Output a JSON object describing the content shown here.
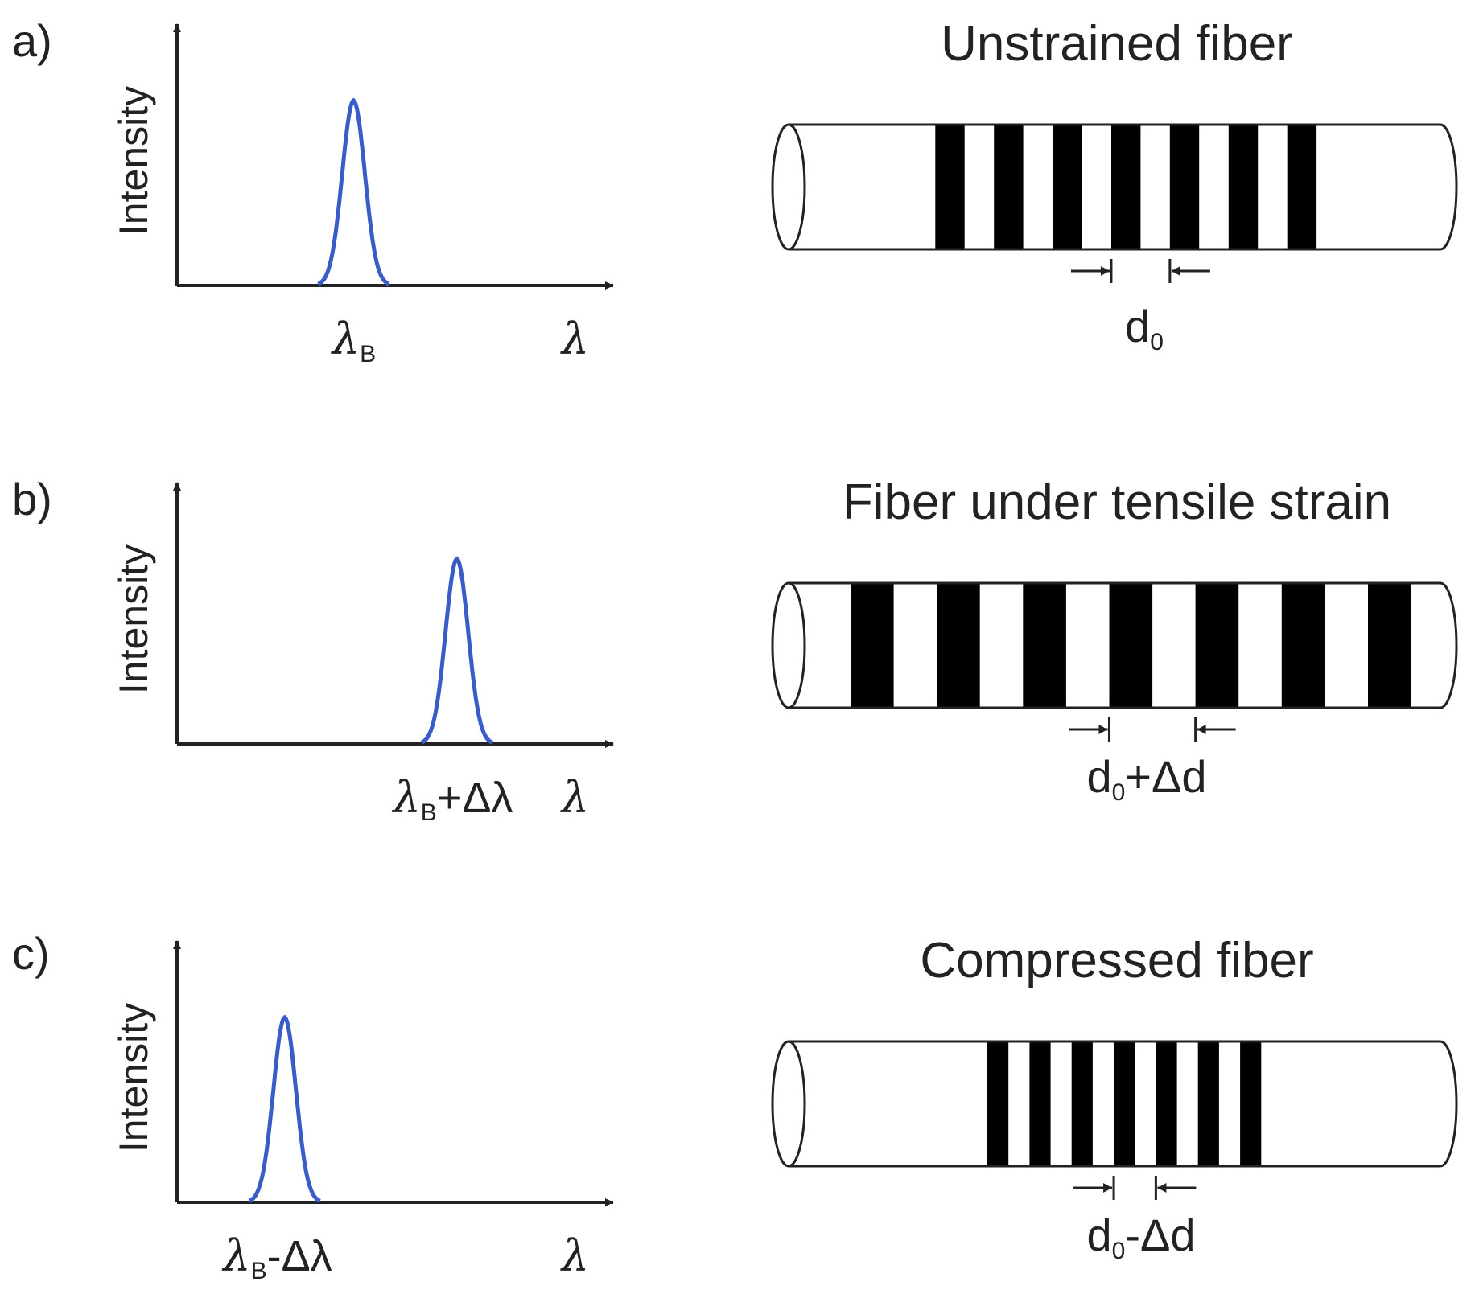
{
  "colors": {
    "peak": "#3a5cc8",
    "ink": "#222222",
    "band": "#000000"
  },
  "panels": [
    {
      "id": "a",
      "letter": "a)",
      "y_label": "Intensity",
      "peak_position": 0.41,
      "x_axis_symbol": "λ",
      "peak_label": {
        "main": "λ",
        "sub": "B",
        "suffix": ""
      },
      "fiber_title": "Unstrained fiber",
      "band_count": 7,
      "grating_extent": [
        0.225,
        0.81
      ],
      "spacing_label": {
        "main": "d",
        "sub": "0",
        "suffix": ""
      }
    },
    {
      "id": "b",
      "letter": "b)",
      "y_label": "Intensity",
      "peak_position": 0.65,
      "x_axis_symbol": "λ",
      "peak_label": {
        "main": "λ",
        "sub": "B",
        "suffix": "+Δλ"
      },
      "fiber_title": "Fiber under tensile strain",
      "band_count": 7,
      "grating_extent": [
        0.095,
        0.955
      ],
      "spacing_label": {
        "main": "d",
        "sub": "0",
        "suffix": "+Δd"
      }
    },
    {
      "id": "c",
      "letter": "c)",
      "y_label": "Intensity",
      "peak_position": 0.25,
      "x_axis_symbol": "λ",
      "peak_label": {
        "main": "λ",
        "sub": "B",
        "suffix": "-Δλ"
      },
      "fiber_title": "Compressed fiber",
      "band_count": 7,
      "grating_extent": [
        0.305,
        0.725
      ],
      "spacing_label": {
        "main": "d",
        "sub": "0",
        "suffix": "-Δd"
      }
    }
  ]
}
